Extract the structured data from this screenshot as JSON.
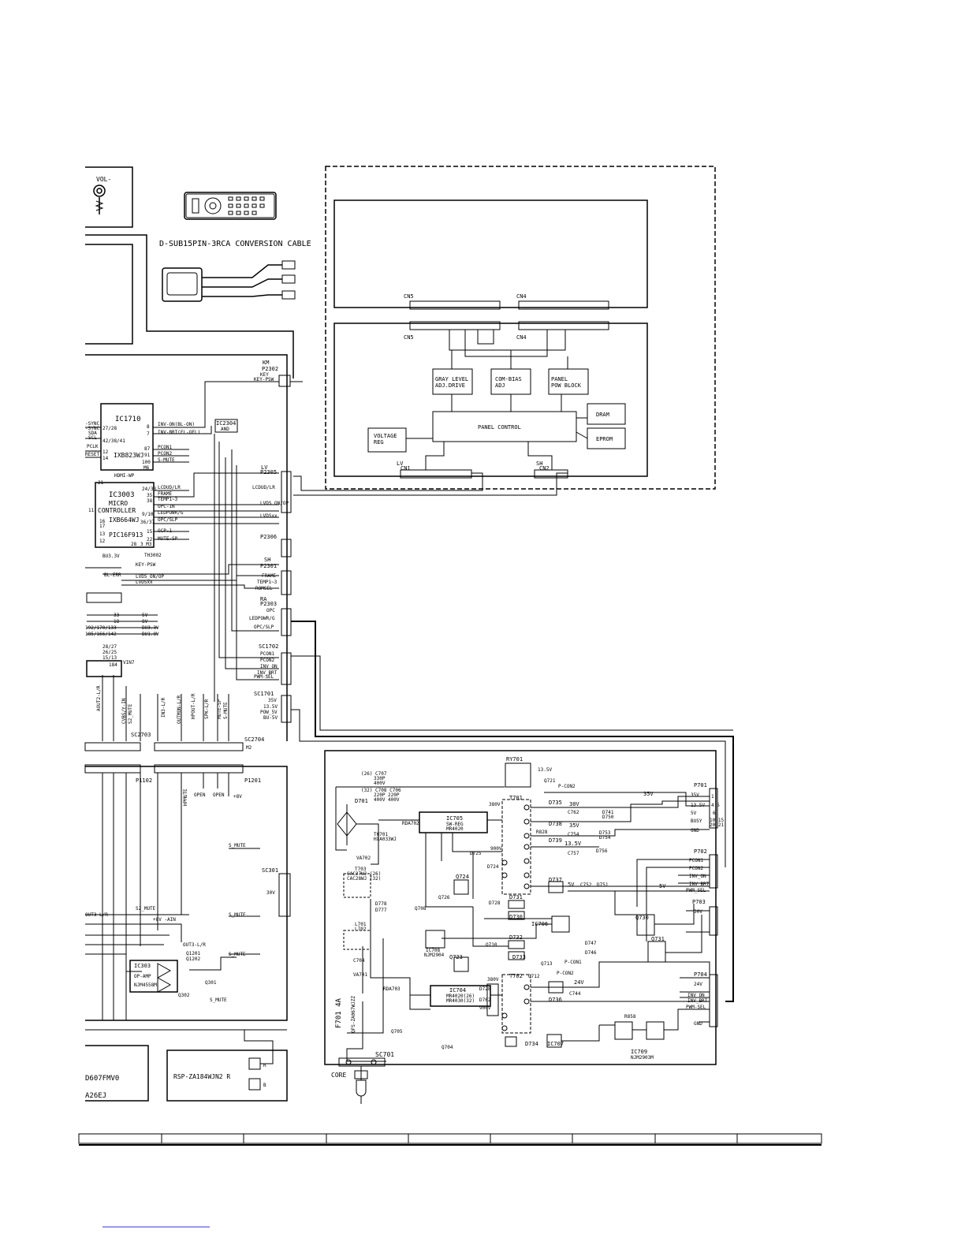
{
  "remote": {
    "vol_label": "VOL-"
  },
  "cable": {
    "title": "D-SUB15PIN-3RCA CONVERSION CABLE"
  },
  "panel": {
    "cn5_top": "CN5",
    "cn4_top": "CN4",
    "cn5_bot": "CN5",
    "cn4_bot": "CN4",
    "gray_level": [
      "GRAY LEVEL",
      "ADJ.DRIVE"
    ],
    "com_bias": [
      "COM-BIAS",
      "ADJ"
    ],
    "panel_pow": [
      "PANEL",
      "POW BLOCK"
    ],
    "panel_control": "PANEL CONTROL",
    "dram": "DRAM",
    "eprom": "EPROM",
    "voltage_reg": [
      "VOLTAGE",
      "REG"
    ],
    "lv_cn1": [
      "LV",
      "CN1"
    ],
    "sh_cn2": [
      "SH",
      "CN2"
    ]
  },
  "main_board": {
    "km_label": "KM",
    "p2302": "P2302",
    "key_label": "KEY",
    "key_psw": "KEY-PSW",
    "ic1710": "IC1710",
    "ixb823wj": "IXB823WJ",
    "ic1710_left": [
      "-SYNC",
      "-SYNC",
      "SDA",
      "SCL",
      "PCLK",
      "RESET"
    ],
    "ic1710_pins_left": [
      "27/28",
      "",
      "42/38/41",
      "",
      "12",
      "14"
    ],
    "ic1710_pins_right": [
      "8",
      "7",
      "87",
      "91",
      "100",
      "M6"
    ],
    "ic1710_sigs": [
      "INV-ON(BL-ON)",
      "INV-BRT(FL-OFL)",
      "PCON1",
      "PCON2",
      "S-MUTE"
    ],
    "ic2304": [
      "IC2304",
      "AND"
    ],
    "hdmi_wp": "HDMI-WP",
    "ic3003": "IC3003",
    "micro": "MICRO",
    "controller": "CONTROLLER",
    "ixb664wj": "IXB664WJ",
    "pic": "PIC16F913",
    "ic3003_sigs": [
      "LCDUD/LR",
      "FRAME",
      "TEMP1~3",
      "OPC-IN",
      "LEDPOWR/G",
      "OPC/SLP",
      "OCP-1",
      "MUTE-SP"
    ],
    "ic3003_pins": [
      "24/33",
      "35",
      "38",
      "",
      "9/10",
      "36/37",
      "15",
      "22"
    ],
    "ic3003_left_pins": [
      "21",
      "11",
      "16",
      "17",
      "13",
      "12",
      "28",
      "3 M3"
    ],
    "th3002": "TH3002",
    "bu33": "BU3.3V",
    "key_psw2": "KEY-PSW",
    "bl_err": "BL-ERR",
    "lvds_on": "LVDS_ON/OP",
    "lvds_ex": "LVDSxx",
    "mute_lbl": "S2_MUTE",
    "lv_label": "LV",
    "p2305": "P2305",
    "lv_sigs": [
      "LCDUD/LR",
      "LVDS ON/OP",
      "LVDSxx"
    ],
    "p2306": "P2306",
    "sh_label": "SH",
    "p2301": "P2301",
    "sh_sigs": [
      "FRAME",
      "TEMP1~3",
      "ROMSEL"
    ],
    "ra_label": "RA",
    "p2303": "P2303",
    "ra_sigs": [
      "OPC",
      "LEDPOWR/G",
      "OPC/SLP"
    ],
    "sc1702": "SC1702",
    "sc1702_sigs": [
      "PCON1",
      "PCON2",
      "INV_ON",
      "INV_BRT",
      "PWM-SEL"
    ],
    "sc1701": "SC1701",
    "sc1701_sigs": [
      "35V",
      "13.5V",
      "POW_5V",
      "BU-5V"
    ],
    "volt_list": [
      "5V",
      "8V",
      "BU3.3V",
      "BU1.8V"
    ],
    "volt_pins": [
      "33",
      "18",
      "192/170/133",
      "185/166/142"
    ],
    "misc_pins": [
      "28/27",
      "26/25",
      "15/13",
      "184",
      "VIN7"
    ],
    "vert_sigs": [
      "AOUT2-L/R",
      "CVBS/Y-IN",
      "S2_MUTE",
      "IN3-L/R",
      "OUTMON-L/R",
      "HPOUT-L/R",
      "SPK-L/R",
      "MUTE-SP",
      "S-MUTE"
    ],
    "sc2703": "SC2703",
    "sc2704": "SC2704",
    "m2": "M2",
    "p1102": "P1102",
    "p1201": "P1201",
    "hpmute": "HPMUTE",
    "open1": "OPEN",
    "open2": "OPEN",
    "plus8v": "+8V",
    "s_mute": "S_MUTE",
    "sc301": "SC301",
    "v30": "30V",
    "out3": "OUT3-L/R",
    "s2_mute": "S2_MUTE",
    "plus8v_ain": "+8V -AIN",
    "out3b": "OUT3-L/R",
    "q1201": "Q1201",
    "q1202": "Q1202",
    "ic303": "IC303",
    "op_amp": "OP-AMP",
    "njm": "NJM4558M",
    "q301": "Q301",
    "q302": "Q302",
    "s_mute2": "S_MUTE"
  },
  "speaker": {
    "model": "RSP-ZA184WJN2 R",
    "r": "R",
    "b": "B"
  },
  "bottom_left": {
    "line1": "D607FMV0",
    "line2": "A26EJ"
  },
  "power": {
    "ry701": "RY701",
    "v135": "13.5V",
    "q721": "Q721",
    "p_con2": "P-CON2",
    "c707": [
      "(26) C707",
      "330P",
      "400V"
    ],
    "c708": [
      "(32) C708 C706",
      "220P 220P",
      "400V 400V"
    ],
    "d701": "D701",
    "rda702": "RDA702",
    "ic705": [
      "IC705",
      "SW-REG",
      "MR4020"
    ],
    "v380": "380V",
    "t701": "T701",
    "th701": [
      "TH701",
      "HXA033WJ"
    ],
    "va702": "VA702",
    "t703": "T703",
    "t703b": [
      "CAC27WJ (26)",
      "CAC28WJ (32)"
    ],
    "d735": "D735",
    "v30": "30V",
    "c762": "C762",
    "d741": "D741",
    "d750": "D750",
    "d738": "D738",
    "v35": "35V",
    "c754": "C754",
    "d753": "D753",
    "d754": "D754",
    "r828": "R828",
    "d739": "D739",
    "v135b": "13.5V",
    "c757": "C757",
    "d756": "D756",
    "v900": "900V",
    "d725": "D725",
    "d724": "D724",
    "q724": "Q724",
    "q726": "Q726",
    "d737": "D737",
    "v5": "5V",
    "c752": "C752",
    "d751": "D751",
    "d728": "D728",
    "d731": "D731",
    "d730": "D730",
    "ic706": "IC706",
    "q708": "Q708",
    "d778": "D778",
    "d777": "D777",
    "l701": "L701",
    "l702": "L702",
    "ic708": [
      "IC708",
      "NJM2904"
    ],
    "q710": "Q710",
    "d732": "D732",
    "d733": "D733",
    "q723": "Q723",
    "d747": "D747",
    "d746": "D746",
    "q713": "Q713",
    "p_con1": "P-CON1",
    "q712": "Q712",
    "p_con2b": "P-CON2",
    "c704": "C704",
    "va701": "VA701",
    "rda703": "RDA703",
    "ic704": [
      "IC704",
      "MR4020(26)",
      "MR4030(32)"
    ],
    "d728b": "D728",
    "d762": "D762",
    "v900b": "900V",
    "t702": "T702",
    "v380b": "380V",
    "v24": "24V",
    "c744": "C744",
    "d736": "D736",
    "f701": "F701 4A",
    "qfs": "QFS-ZA067WJZZ",
    "q705": "Q705",
    "q704": "Q704",
    "d734": "D734",
    "ic707": "IC707",
    "r858": "R858",
    "ic709": [
      "IC709",
      "NJM2903M"
    ],
    "sc701": "SC701",
    "core": "CORE",
    "v35b": "35V",
    "v5b": "5V",
    "v30b": "30V",
    "v24b": "24V",
    "p701": "P701",
    "p701_sigs": [
      "35V",
      "13.5V",
      "5V",
      "BUSY",
      "GND"
    ],
    "p701_pins": [
      "1",
      "4 5",
      "6",
      "10 15",
      "20 21"
    ],
    "p702": "P702",
    "p702_sigs": [
      "PCON1",
      "PCON2",
      "INV_ON",
      "INV_BRT",
      "PWM_SEL"
    ],
    "p703": "P703",
    "p703_sig": "30V",
    "p704": "P704",
    "p704_sigs": [
      "24V",
      "INV_ON",
      "INV_BRT",
      "PWM-SEL",
      "GND"
    ],
    "q730": "Q730",
    "q731": "Q731"
  },
  "footer": {
    "cols": 9
  }
}
